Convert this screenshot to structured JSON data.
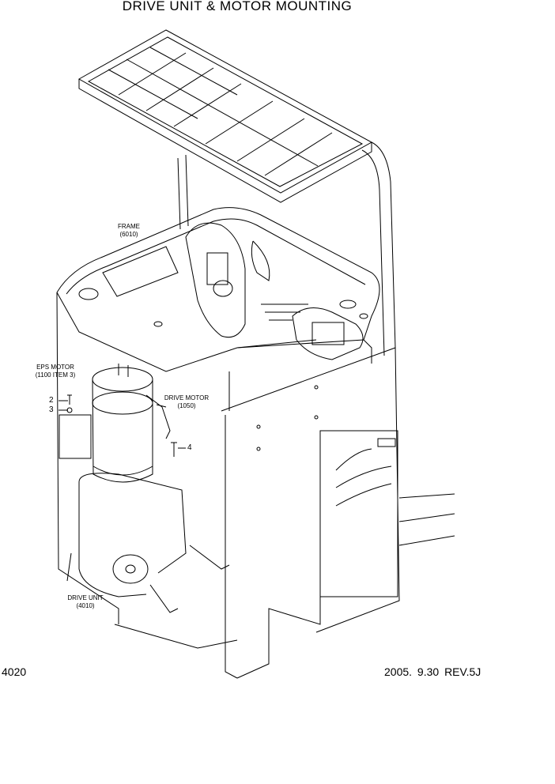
{
  "title": "DRIVE UNIT & MOTOR MOUNTING",
  "callouts": {
    "frame": {
      "name": "FRAME",
      "part": "(6010)"
    },
    "eps_motor": {
      "name": "EPS MOTOR",
      "part": "(1100 ITEM 3)"
    },
    "drive_motor": {
      "name": "DRIVE MOTOR",
      "part": "(1050)"
    },
    "drive_unit": {
      "name": "DRIVE UNIT",
      "part": "(4010)"
    }
  },
  "item_numbers": [
    "2",
    "3",
    "4"
  ],
  "footer": {
    "page_code": "4020",
    "date": "2005. 9.30",
    "revision": "REV.5J"
  }
}
